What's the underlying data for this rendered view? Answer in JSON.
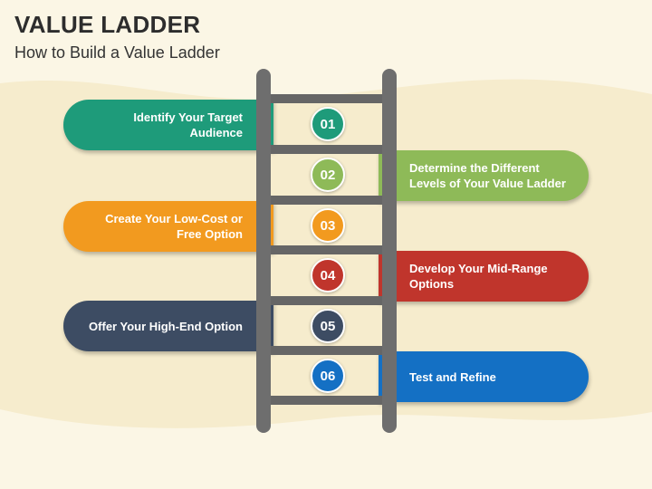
{
  "header": {
    "title": "VALUE LADDER",
    "subtitle": "How to Build a Value Ladder"
  },
  "steps": [
    {
      "number": "01",
      "text": "Identify Your Target Audience",
      "side": "left",
      "color": "#1e9b7a"
    },
    {
      "number": "02",
      "text": "Determine the Different Levels of Your Value Ladder",
      "side": "right",
      "color": "#8eba58"
    },
    {
      "number": "03",
      "text": "Create Your Low-Cost or Free Option",
      "side": "left",
      "color": "#f29a1f"
    },
    {
      "number": "04",
      "text": "Develop Your Mid-Range Options",
      "side": "right",
      "color": "#c0352c"
    },
    {
      "number": "05",
      "text": "Offer Your High-End Option",
      "side": "left",
      "color": "#3d4c63"
    },
    {
      "number": "06",
      "text": "Test and Refine",
      "side": "right",
      "color": "#1470c4"
    }
  ],
  "colors": {
    "background": "#fbf6e5",
    "background_wave": "#f6eccd",
    "ladder_rail": "#6e6e6e",
    "ladder_rung": "#666666",
    "title_text": "#2d2d2d"
  }
}
